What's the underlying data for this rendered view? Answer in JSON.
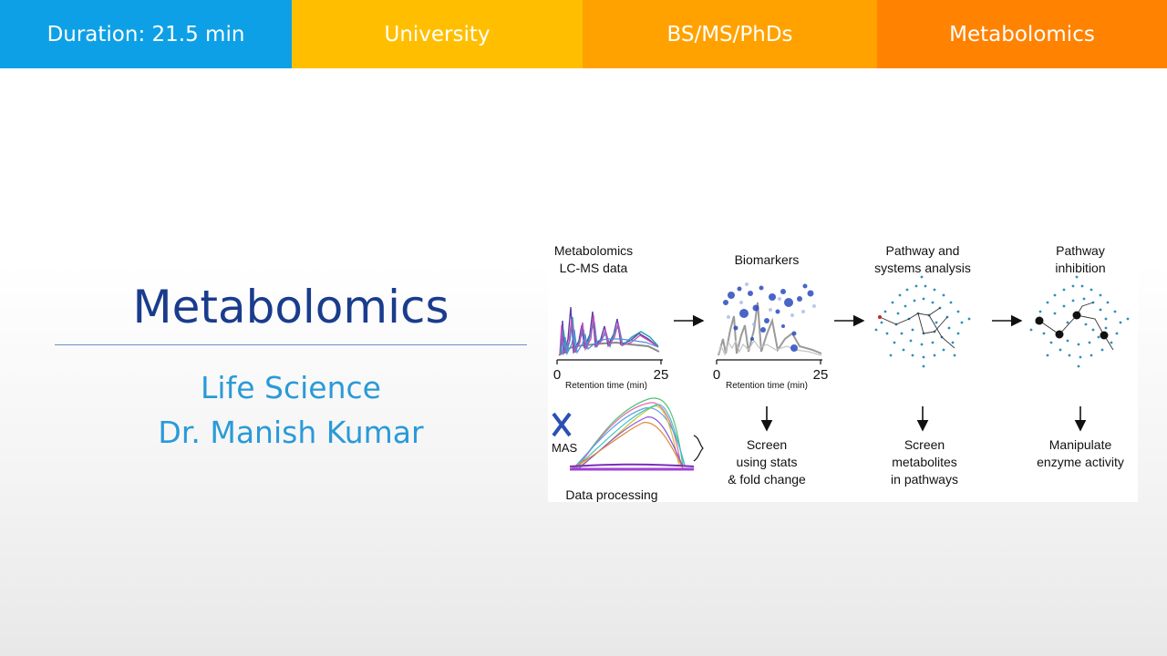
{
  "topbar": {
    "duration": "Duration: 21.5 min",
    "level": "University",
    "degree": "BS/MS/PhDs",
    "topic": "Metabolomics"
  },
  "main": {
    "title": "Metabolomics",
    "subtitle": "Life Science",
    "author": "Dr. Manish Kumar"
  },
  "figure": {
    "panel1_title_1": "Metabolomics",
    "panel1_title_2": "LC-MS data",
    "panel2_title": "Biomarkers",
    "panel3_title_1": "Pathway and",
    "panel3_title_2": "systems analysis",
    "panel4_title_1": "Pathway",
    "panel4_title_2": "inhibition",
    "axis_min_1": "0",
    "axis_max_1": "25",
    "axis_label_1": "Retention time (min)",
    "axis_min_2": "0",
    "axis_max_2": "25",
    "axis_label_2": "Retention time (min)",
    "xcms_logo": "MAS",
    "data_processing": "Data processing",
    "step2_1": "Screen",
    "step2_2": "using stats",
    "step2_3": "& fold change",
    "step3_1": "Screen",
    "step3_2": "metabolites",
    "step3_3": "in pathways",
    "step4_1": "Manipulate",
    "step4_2": "enzyme activity"
  },
  "colors": {
    "seg1": "#0ea0e6",
    "seg2": "#ffbf00",
    "seg3": "#ffa200",
    "seg4": "#ff8200",
    "title": "#1a3c8c",
    "subtitle": "#2a9ad8"
  }
}
